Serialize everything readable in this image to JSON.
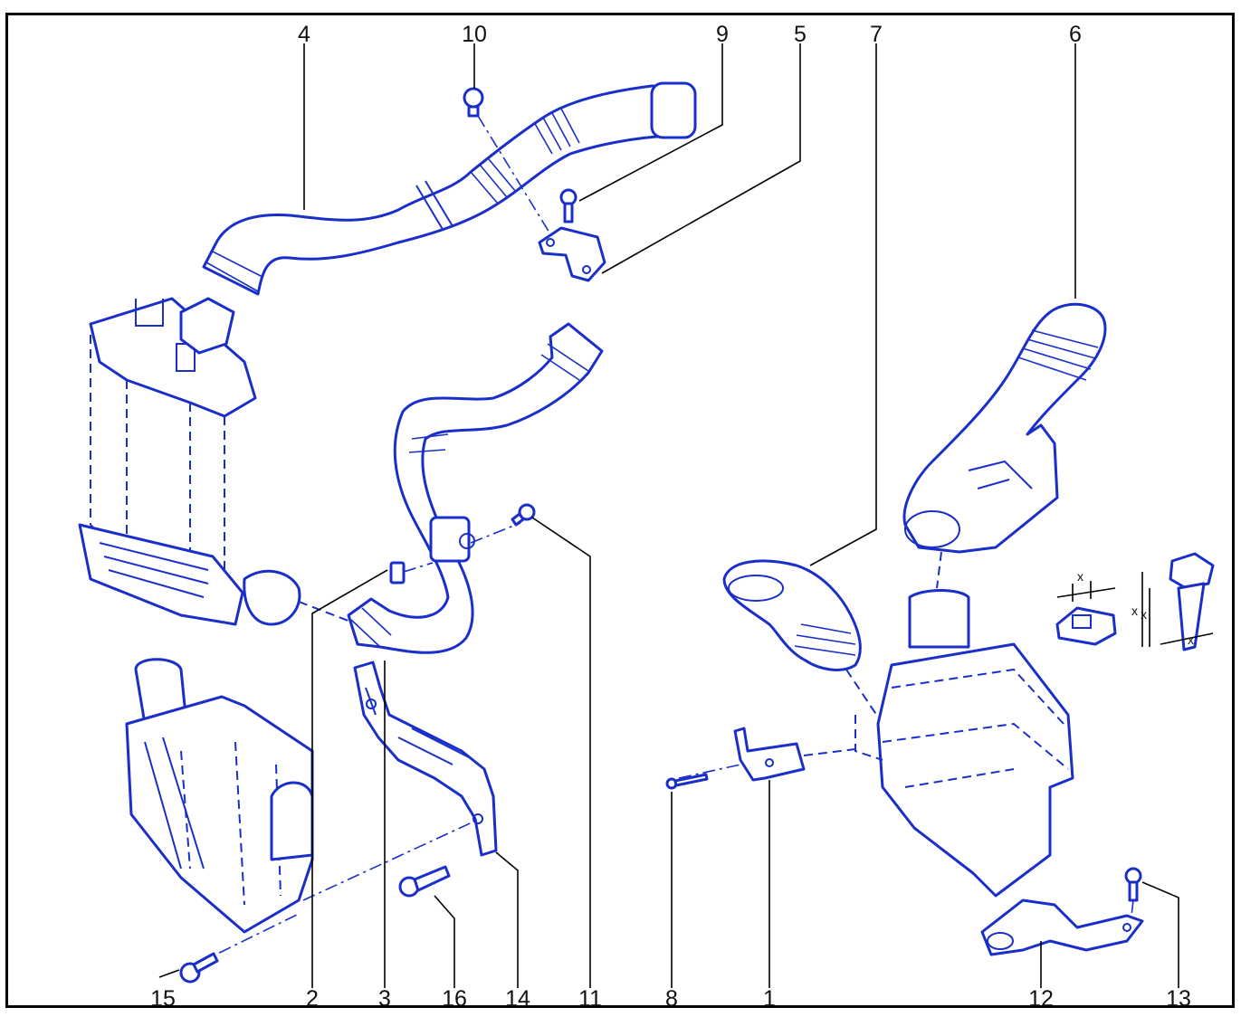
{
  "callouts": [
    {
      "id": "c1",
      "label": "1"
    },
    {
      "id": "c2",
      "label": "2"
    },
    {
      "id": "c3",
      "label": "3"
    },
    {
      "id": "c4",
      "label": "4"
    },
    {
      "id": "c5",
      "label": "5"
    },
    {
      "id": "c6",
      "label": "6"
    },
    {
      "id": "c7",
      "label": "7"
    },
    {
      "id": "c8",
      "label": "8"
    },
    {
      "id": "c9",
      "label": "9"
    },
    {
      "id": "c10",
      "label": "10"
    },
    {
      "id": "c11",
      "label": "11"
    },
    {
      "id": "c12",
      "label": "12"
    },
    {
      "id": "c13",
      "label": "13"
    },
    {
      "id": "c14",
      "label": "14"
    },
    {
      "id": "c15",
      "label": "15"
    },
    {
      "id": "c16",
      "label": "16"
    }
  ],
  "dimension_labels": {
    "a": "x",
    "b": "x",
    "c": "x",
    "d": "x"
  },
  "colors": {
    "line": "#1a2fc9",
    "text": "#111111",
    "frame": "#000000",
    "background": "#ffffff"
  }
}
